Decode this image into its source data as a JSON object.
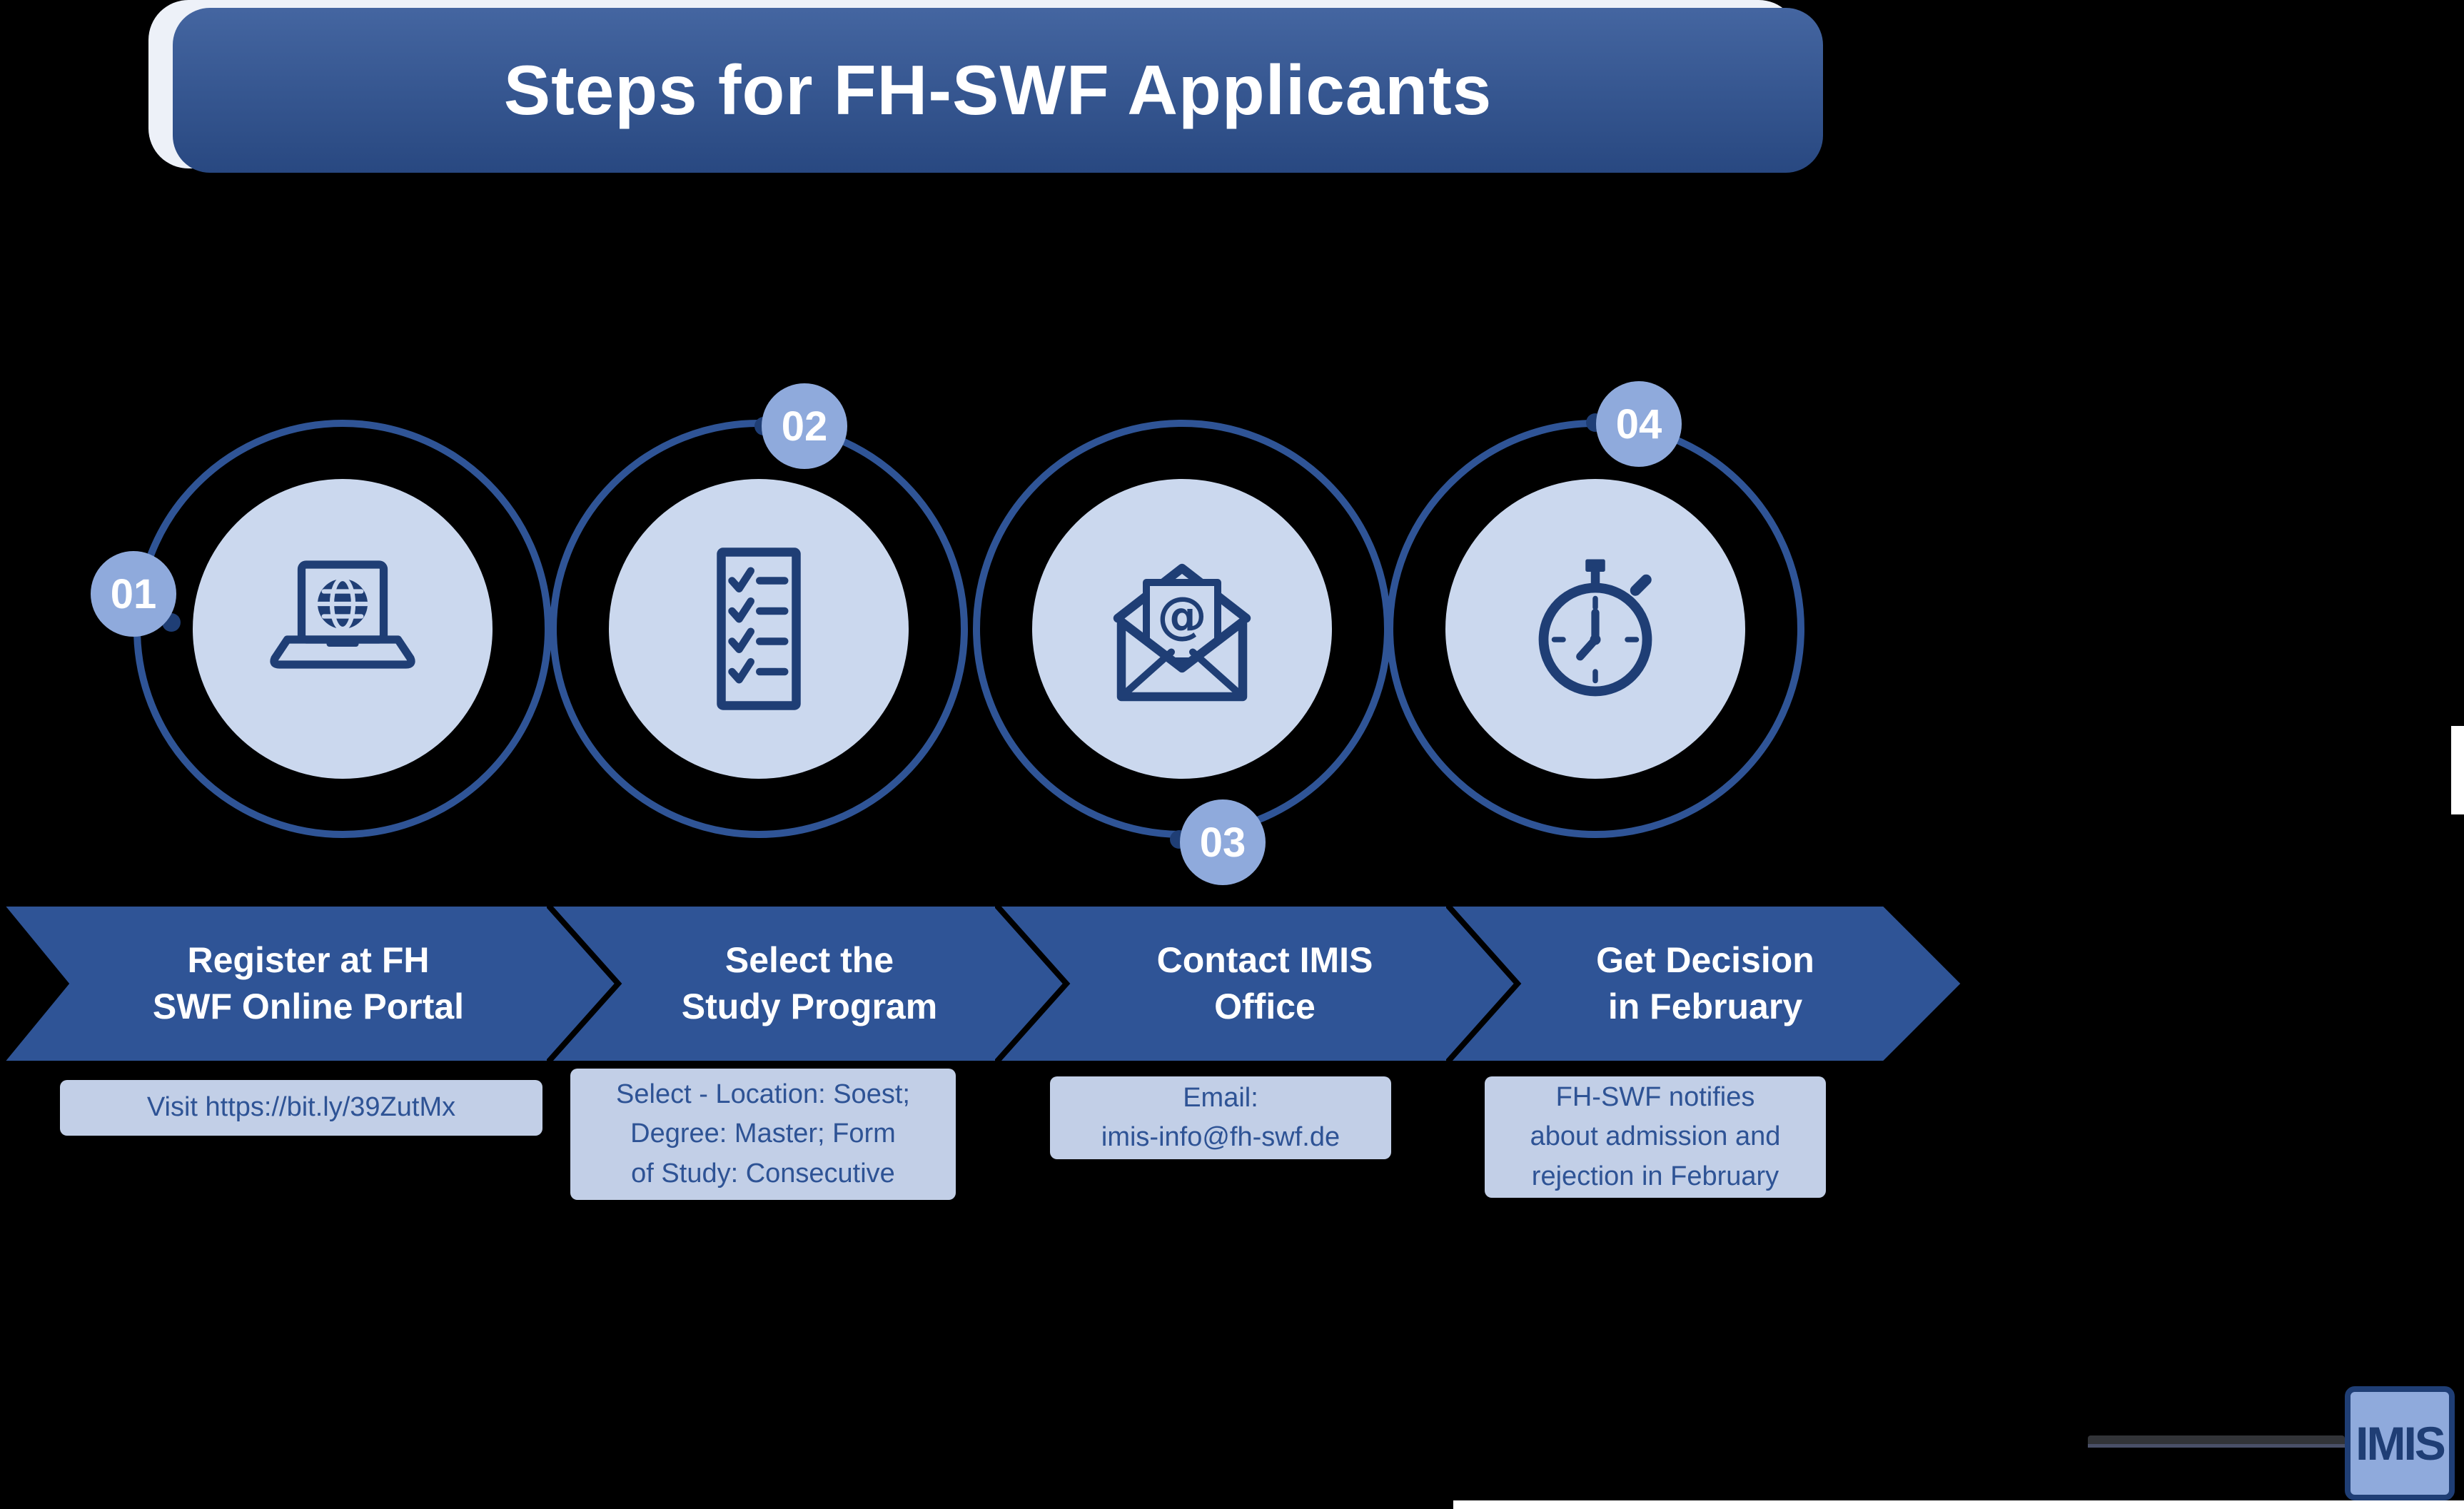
{
  "title": "Steps for FH-SWF Applicants",
  "colors": {
    "primary": "#2F5496",
    "badge_fill": "#8FAADC",
    "circle_fill": "#CBD8EE",
    "icon_color": "#1F3E75",
    "detail_fill": "#C2CFE7",
    "detail_text": "#2E5395",
    "background": "#000000"
  },
  "steps": [
    {
      "number": "01",
      "icon": "laptop-globe-icon",
      "arrow_label": "Register at FH\nSWF Online Portal",
      "detail": "Visit https://bit.ly/39ZutMx"
    },
    {
      "number": "02",
      "icon": "checklist-icon",
      "arrow_label": "Select the\nStudy Program",
      "detail": "Select - Location: Soest;\nDegree: Master; Form\nof Study: Consecutive"
    },
    {
      "number": "03",
      "icon": "email-at-icon",
      "arrow_label": "Contact IMIS\nOffice",
      "detail": "Email:\nimis-info@fh-swf.de"
    },
    {
      "number": "04",
      "icon": "stopwatch-icon",
      "arrow_label": "Get Decision\nin February",
      "detail": "FH-SWF notifies\nabout admission and\nrejection in February"
    }
  ],
  "logo": {
    "text": "IMIS"
  }
}
